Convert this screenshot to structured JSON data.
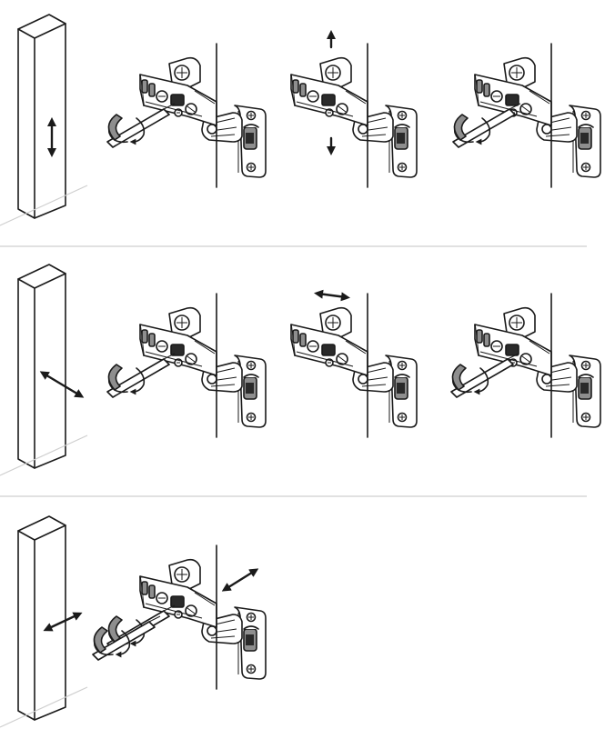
{
  "title": "",
  "steps": [
    {
      "adjustment": "height",
      "direction_icon": "vertical-double-arrow-icon",
      "frames": [
        "hinge-adjust-screwdriver",
        "hinge-move-vertical",
        "hinge-adjust-screwdriver"
      ]
    },
    {
      "adjustment": "side",
      "direction_icon": "diagonal-double-arrow-icon",
      "frames": [
        "hinge-adjust-screwdriver",
        "hinge-move-horizontal",
        "hinge-adjust-screwdriver"
      ]
    },
    {
      "adjustment": "depth",
      "direction_icon": "diagonal-double-arrow-icon",
      "frames": [
        "hinge-adjust-double-screwdriver"
      ]
    }
  ],
  "colors": {
    "line": "#1a1a1a",
    "divider": "#cfcfcf",
    "fill_dark": "#2a2a2a",
    "fill_mid": "#8e8e8e"
  }
}
